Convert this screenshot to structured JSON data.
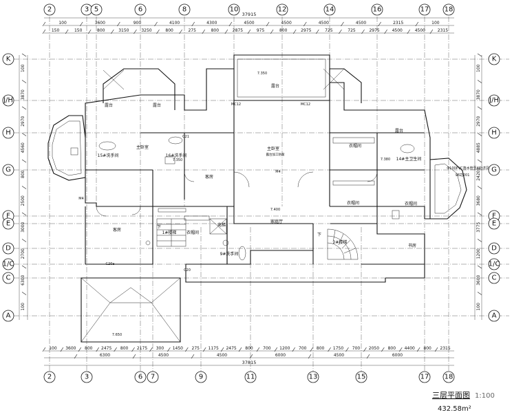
{
  "grid": {
    "columns": [
      "2",
      "3",
      "5",
      "6",
      "8",
      "10",
      "12",
      "14",
      "16",
      "17",
      "18"
    ],
    "columns_bottom": [
      "2",
      "3",
      "6",
      "7",
      "9",
      "11",
      "13",
      "15",
      "17",
      "18"
    ],
    "rows": [
      "K",
      "J/H",
      "H",
      "G",
      "F",
      "E",
      "D",
      "1/C",
      "C",
      "A"
    ]
  },
  "dimensions": {
    "top_total": "37915",
    "top_row1": [
      "100",
      "3600",
      "900",
      "4100",
      "4300",
      "4500",
      "4500",
      "4500",
      "4500",
      "2315",
      "100"
    ],
    "top_row2": [
      "150",
      "150",
      "800",
      "3150",
      "3250",
      "800",
      "275",
      "800",
      "2875",
      "975",
      "800",
      "2975",
      "725",
      "725",
      "2975",
      "4500",
      "4500",
      "2315"
    ],
    "bottom_row1": [
      "100",
      "3600",
      "800",
      "2475",
      "800",
      "2175",
      "300",
      "1450",
      "275",
      "1175",
      "2475",
      "800",
      "700",
      "1200",
      "700",
      "800",
      "1750",
      "700",
      "2050",
      "800",
      "4400",
      "800",
      "2315"
    ],
    "bottom_row2": [
      "6300",
      "4500",
      "4500",
      "6000",
      "4500",
      "6000"
    ],
    "bottom_total": "37815",
    "left": [
      "100",
      "3870",
      "2970",
      "4560",
      "800",
      "2500",
      "3000",
      "2700",
      "6300",
      "100"
    ],
    "right": [
      "100",
      "3870",
      "2970",
      "4885",
      "24200",
      "3680",
      "3775",
      "1200",
      "3600",
      "100"
    ]
  },
  "rooms": {
    "terrace_left": "露台",
    "terrace_top": "露台",
    "terrace_mid": "露台",
    "terrace_right": "露台",
    "master_bed_left": "主卧室",
    "master_bed_center": "主卧室",
    "wash_15": "15#洗手间",
    "wash_16": "16#洗手间",
    "wash_14": "14#主卫生间",
    "wash_9": "9#洗手间",
    "guest_left": "客房",
    "guest_mid": "客房",
    "wardrobe_1": "衣帽间",
    "wardrobe_2": "衣帽间",
    "wardrobe_3": "衣帽间",
    "wardrobe_4": "衣帽间",
    "stair_1": "1#楼梯",
    "stair_2": "2#楼梯",
    "elevator": "电梯",
    "family_hall": "家庭厅",
    "study": "书房",
    "down_1": "下",
    "down_2": "下",
    "note_center": "露台加工防腐",
    "note_right_1": "Φ100PVC落水管至4处详见",
    "note_right_2": "98ZJ201"
  },
  "labels": {
    "elev_1": "7.350",
    "elev_2": "7.350",
    "elev_3": "7.380",
    "elev_4": "7.400",
    "elev_5": "7.650",
    "window_1": "C20a",
    "window_2": "C20",
    "window_3": "MC12",
    "window_4": "MC12",
    "window_5": "C21",
    "window_6": "M4",
    "window_7": "M4"
  },
  "title_block": {
    "title": "三层平面图",
    "scale": "1:100",
    "area": "432.58m²"
  }
}
